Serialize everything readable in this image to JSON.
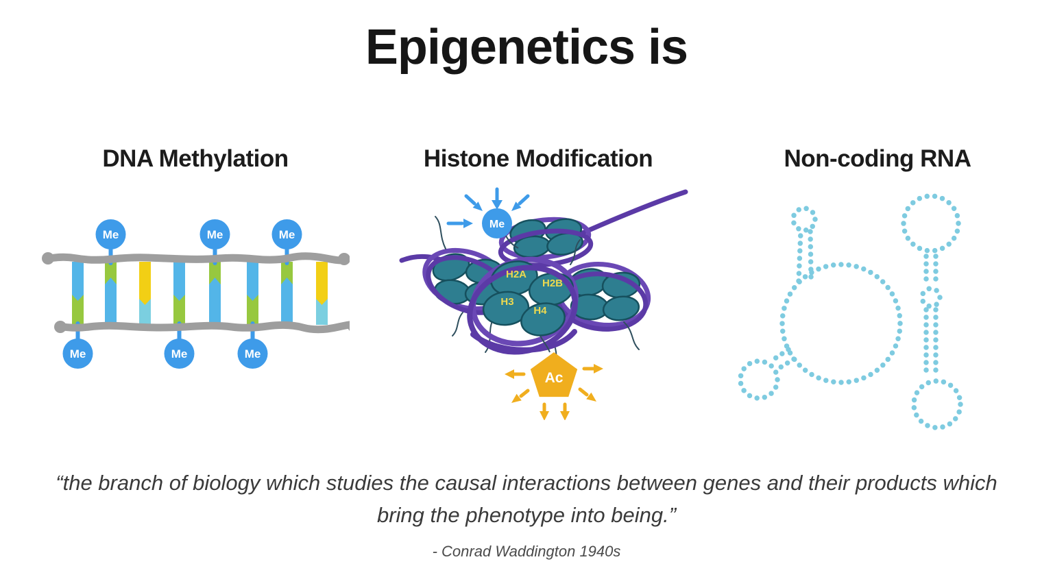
{
  "title": "Epigenetics is",
  "panels": {
    "dna": {
      "heading": "DNA Methylation",
      "me_label": "Me",
      "rungs": [
        {
          "top_color": "blue",
          "bottom_color": "green",
          "methyl": "bottom"
        },
        {
          "top_color": "green",
          "bottom_color": "blue",
          "methyl": "top"
        },
        {
          "top_color": "yellow",
          "bottom_color": "light_blue",
          "methyl": "none"
        },
        {
          "top_color": "blue",
          "bottom_color": "green",
          "methyl": "bottom"
        },
        {
          "top_color": "green",
          "bottom_color": "blue",
          "methyl": "top"
        },
        {
          "top_color": "blue",
          "bottom_color": "green",
          "methyl": "bottom"
        },
        {
          "top_color": "green",
          "bottom_color": "blue",
          "methyl": "top"
        },
        {
          "top_color": "yellow",
          "bottom_color": "light_blue",
          "methyl": "none"
        }
      ]
    },
    "histone": {
      "heading": "Histone Modification",
      "me_label": "Me",
      "ac_label": "Ac",
      "histone_labels": {
        "h2a": "H2A",
        "h2b": "H2B",
        "h3": "H3",
        "h4": "H4"
      }
    },
    "rna": {
      "heading": "Non-coding RNA"
    }
  },
  "quote": {
    "text": "“the branch of biology which studies the causal interactions between genes and their products which bring the phenotype into being.”",
    "attribution": "- Conrad Waddington 1940s"
  },
  "colors": {
    "title_black": "#161616",
    "methyl_blue": "#3E9BE9",
    "rung_blue": "#53B5E8",
    "rung_green": "#97C83F",
    "rung_yellow": "#F2CF15",
    "rung_light_blue": "#7BCFE0",
    "strand_gray": "#9E9E9E",
    "nucleosome_teal": "#2E7E90",
    "nucleosome_outline": "#16505E",
    "dna_purple": "#5B3AA6",
    "acetyl_orange": "#F0AE1E",
    "histone_label_yellow": "#EDD94F",
    "rna_dot_blue": "#7ECBE0"
  }
}
